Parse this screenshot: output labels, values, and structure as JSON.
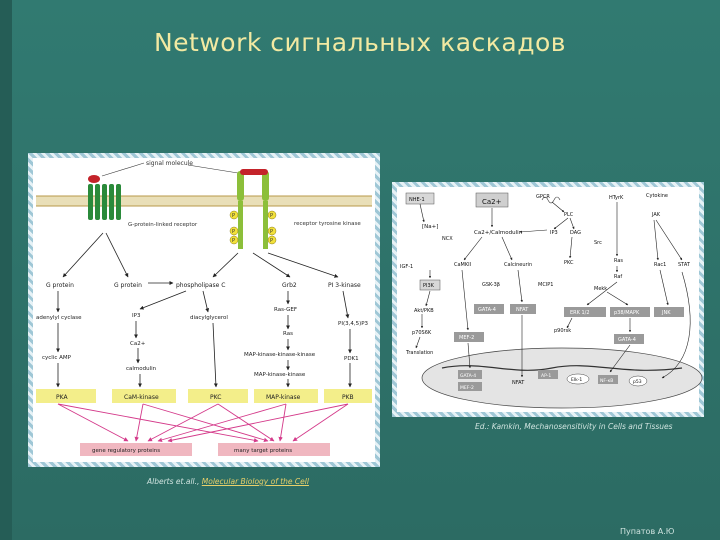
{
  "slide": {
    "title": "Network сигнальных каскадов",
    "author": "Пупатов А.Ю"
  },
  "figure1": {
    "caption_prefix": "Alberts et.all., ",
    "caption_ref": "Molecular Biology of the Cell",
    "labels": {
      "signal_molecule": "signal molecule",
      "gpcr": "G-protein-linked receptor",
      "rtk": "receptor tyrosine kinase",
      "p": "P",
      "g_protein_1": "G protein",
      "g_protein_2": "G protein",
      "phospholipase_c": "phospholipase C",
      "grb2": "Grb2",
      "pi3_kinase": "PI 3-kinase",
      "adenylyl_cyclase": "adenylyl cyclase",
      "ip3": "IP3",
      "diacylglycerol": "diacylglycerol",
      "ras_gef": "Ras-GEF",
      "pip3": "PI(3,4,5)P3",
      "ca2": "Ca2+",
      "ras": "Ras",
      "cyclic_amp": "cyclic AMP",
      "calmodulin": "calmodulin",
      "mapkkk": "MAP-kinase-kinase-kinase",
      "pdk1": "PDK1",
      "mapkk": "MAP-kinase-kinase",
      "pka": "PKA",
      "camkinase": "CaM-kinase",
      "pkc": "PKC",
      "mapkinase": "MAP-kinase",
      "pkb": "PKB",
      "gene_reg": "gene regulatory proteins",
      "many_targets": "many target proteins"
    }
  },
  "figure2": {
    "caption": "Ed.: Kamkin, Mechanosensitivity in Cells and Tissues",
    "labels": {
      "nhe1": "NHE-1",
      "ca2": "Ca2+",
      "gpcr": "GPCR",
      "htyrk": "HTyrK",
      "cytokine": "Cytokine",
      "na": "[Na+]",
      "ncx": "NCX",
      "ca_calmodulin": "Ca2+/Calmodulin",
      "plc": "PLC",
      "ip3": "IP3",
      "dag": "DAG",
      "jak": "JAK",
      "src": "Src",
      "igf1": "IGF-1",
      "camkii": "CaMKII",
      "calcineurin": "Calcineurin",
      "pkc": "PKC",
      "ras": "Ras",
      "rac1": "Rac1",
      "stat": "STAT",
      "pi3k": "PI3K",
      "gsk3b": "GSK-3β",
      "mcip1": "MCIP1",
      "raf": "Raf",
      "mekk": "Mekk",
      "akt": "Akt/PKB",
      "gata4a": "GATA-4",
      "nfat": "NFAT",
      "erk": "ERK 1/2",
      "p38": "p38/MAPK",
      "jnk": "JNK",
      "p70s6k": "p70S6K",
      "mef2": "MEF-2",
      "p90rsk": "p90rsk",
      "gata4b": "GATA-4",
      "translation": "Translation",
      "nucleus_gata4": "GATA-4",
      "nucleus_mef2": "MEF-2",
      "nucleus_nfat": "NFAT",
      "nucleus_ap1": "AP-1",
      "nucleus_elk": "Elk-1",
      "nucleus_nfkb": "NF-κB",
      "nucleus_p53": "p53"
    }
  },
  "colors": {
    "title": "#f2e9a2",
    "background": "#2f7068",
    "kinase_box": "#f3ee8a",
    "target_box": "#f0b7c0",
    "arrow_pink": "#d43a8a",
    "membrane": "#b89a4a",
    "receptor": "#2a8a3a",
    "rtk": "#8cbf3a",
    "signal_red": "#c4232a"
  }
}
